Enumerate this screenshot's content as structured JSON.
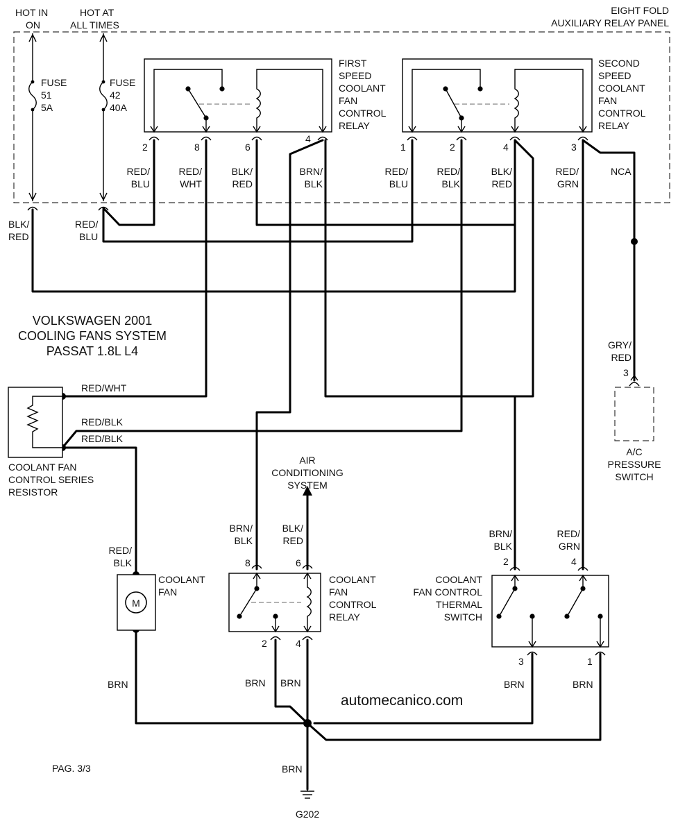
{
  "header": {
    "hot_in_on": [
      "HOT IN",
      "ON"
    ],
    "hot_at_all_times": [
      "HOT AT",
      "ALL TIMES"
    ],
    "panel": [
      "EIGHT FOLD",
      "AUXILIARY RELAY PANEL"
    ]
  },
  "fuses": {
    "f51": [
      "FUSE",
      "51",
      "5A"
    ],
    "f42": [
      "FUSE",
      "42",
      "40A"
    ]
  },
  "relay1": {
    "label": [
      "FIRST",
      "SPEED",
      "COOLANT",
      "FAN",
      "CONTROL",
      "RELAY"
    ],
    "pins": [
      "2",
      "8",
      "6",
      "4"
    ]
  },
  "relay2": {
    "label": [
      "SECOND",
      "SPEED",
      "COOLANT",
      "FAN",
      "CONTROL",
      "RELAY"
    ],
    "pins": [
      "1",
      "2",
      "4",
      "3"
    ]
  },
  "wires": {
    "r1_p2": [
      "RED/",
      "BLU"
    ],
    "r1_p8": [
      "RED/",
      "WHT"
    ],
    "r1_p6": [
      "BLK/",
      "RED"
    ],
    "r1_p4": [
      "BRN/",
      "BLK"
    ],
    "r2_p1": [
      "RED/",
      "BLU"
    ],
    "r2_p2": [
      "RED/",
      "BLK"
    ],
    "r2_p4": [
      "BLK/",
      "RED"
    ],
    "r2_p3": [
      "RED/",
      "GRN"
    ],
    "nca": "NCA",
    "left_blk_red": [
      "BLK/",
      "RED"
    ],
    "left_red_blu": [
      "RED/",
      "BLU"
    ],
    "gry_red": [
      "GRY/",
      "RED"
    ],
    "res_red_wht": "RED/WHT",
    "res_red_blk1": "RED/BLK",
    "res_red_blk2": "RED/BLK",
    "fan_red_blk": [
      "RED/",
      "BLK"
    ],
    "cr_brn_blk": [
      "BRN/",
      "BLK"
    ],
    "cr_blk_red": [
      "BLK/",
      "RED"
    ],
    "ts_brn_blk": [
      "BRN/",
      "BLK"
    ],
    "ts_red_grn": [
      "RED/",
      "GRN"
    ],
    "brn": "BRN"
  },
  "title": [
    "VOLKSWAGEN 2001",
    "COOLING FANS SYSTEM",
    "PASSAT 1.8L L4"
  ],
  "ac_pressure_switch": {
    "pin": "3",
    "label": [
      "A/C",
      "PRESSURE",
      "SWITCH"
    ]
  },
  "series_resistor": [
    "COOLANT FAN",
    "CONTROL SERIES",
    "RESISTOR"
  ],
  "air_conditioning": [
    "AIR",
    "CONDITIONING",
    "SYSTEM"
  ],
  "coolant_fan": {
    "label": [
      "COOLANT",
      "FAN"
    ],
    "symbol": "M"
  },
  "coolant_relay": {
    "label": [
      "COOLANT",
      "FAN",
      "CONTROL",
      "RELAY"
    ],
    "pins": [
      "8",
      "6",
      "2",
      "4"
    ]
  },
  "thermal_switch": {
    "label": [
      "COOLANT",
      "FAN CONTROL",
      "THERMAL",
      "SWITCH"
    ],
    "pins": [
      "2",
      "4",
      "3",
      "1"
    ]
  },
  "watermark": "automecanico.com",
  "page": "PAG. 3/3",
  "ground": "G202"
}
